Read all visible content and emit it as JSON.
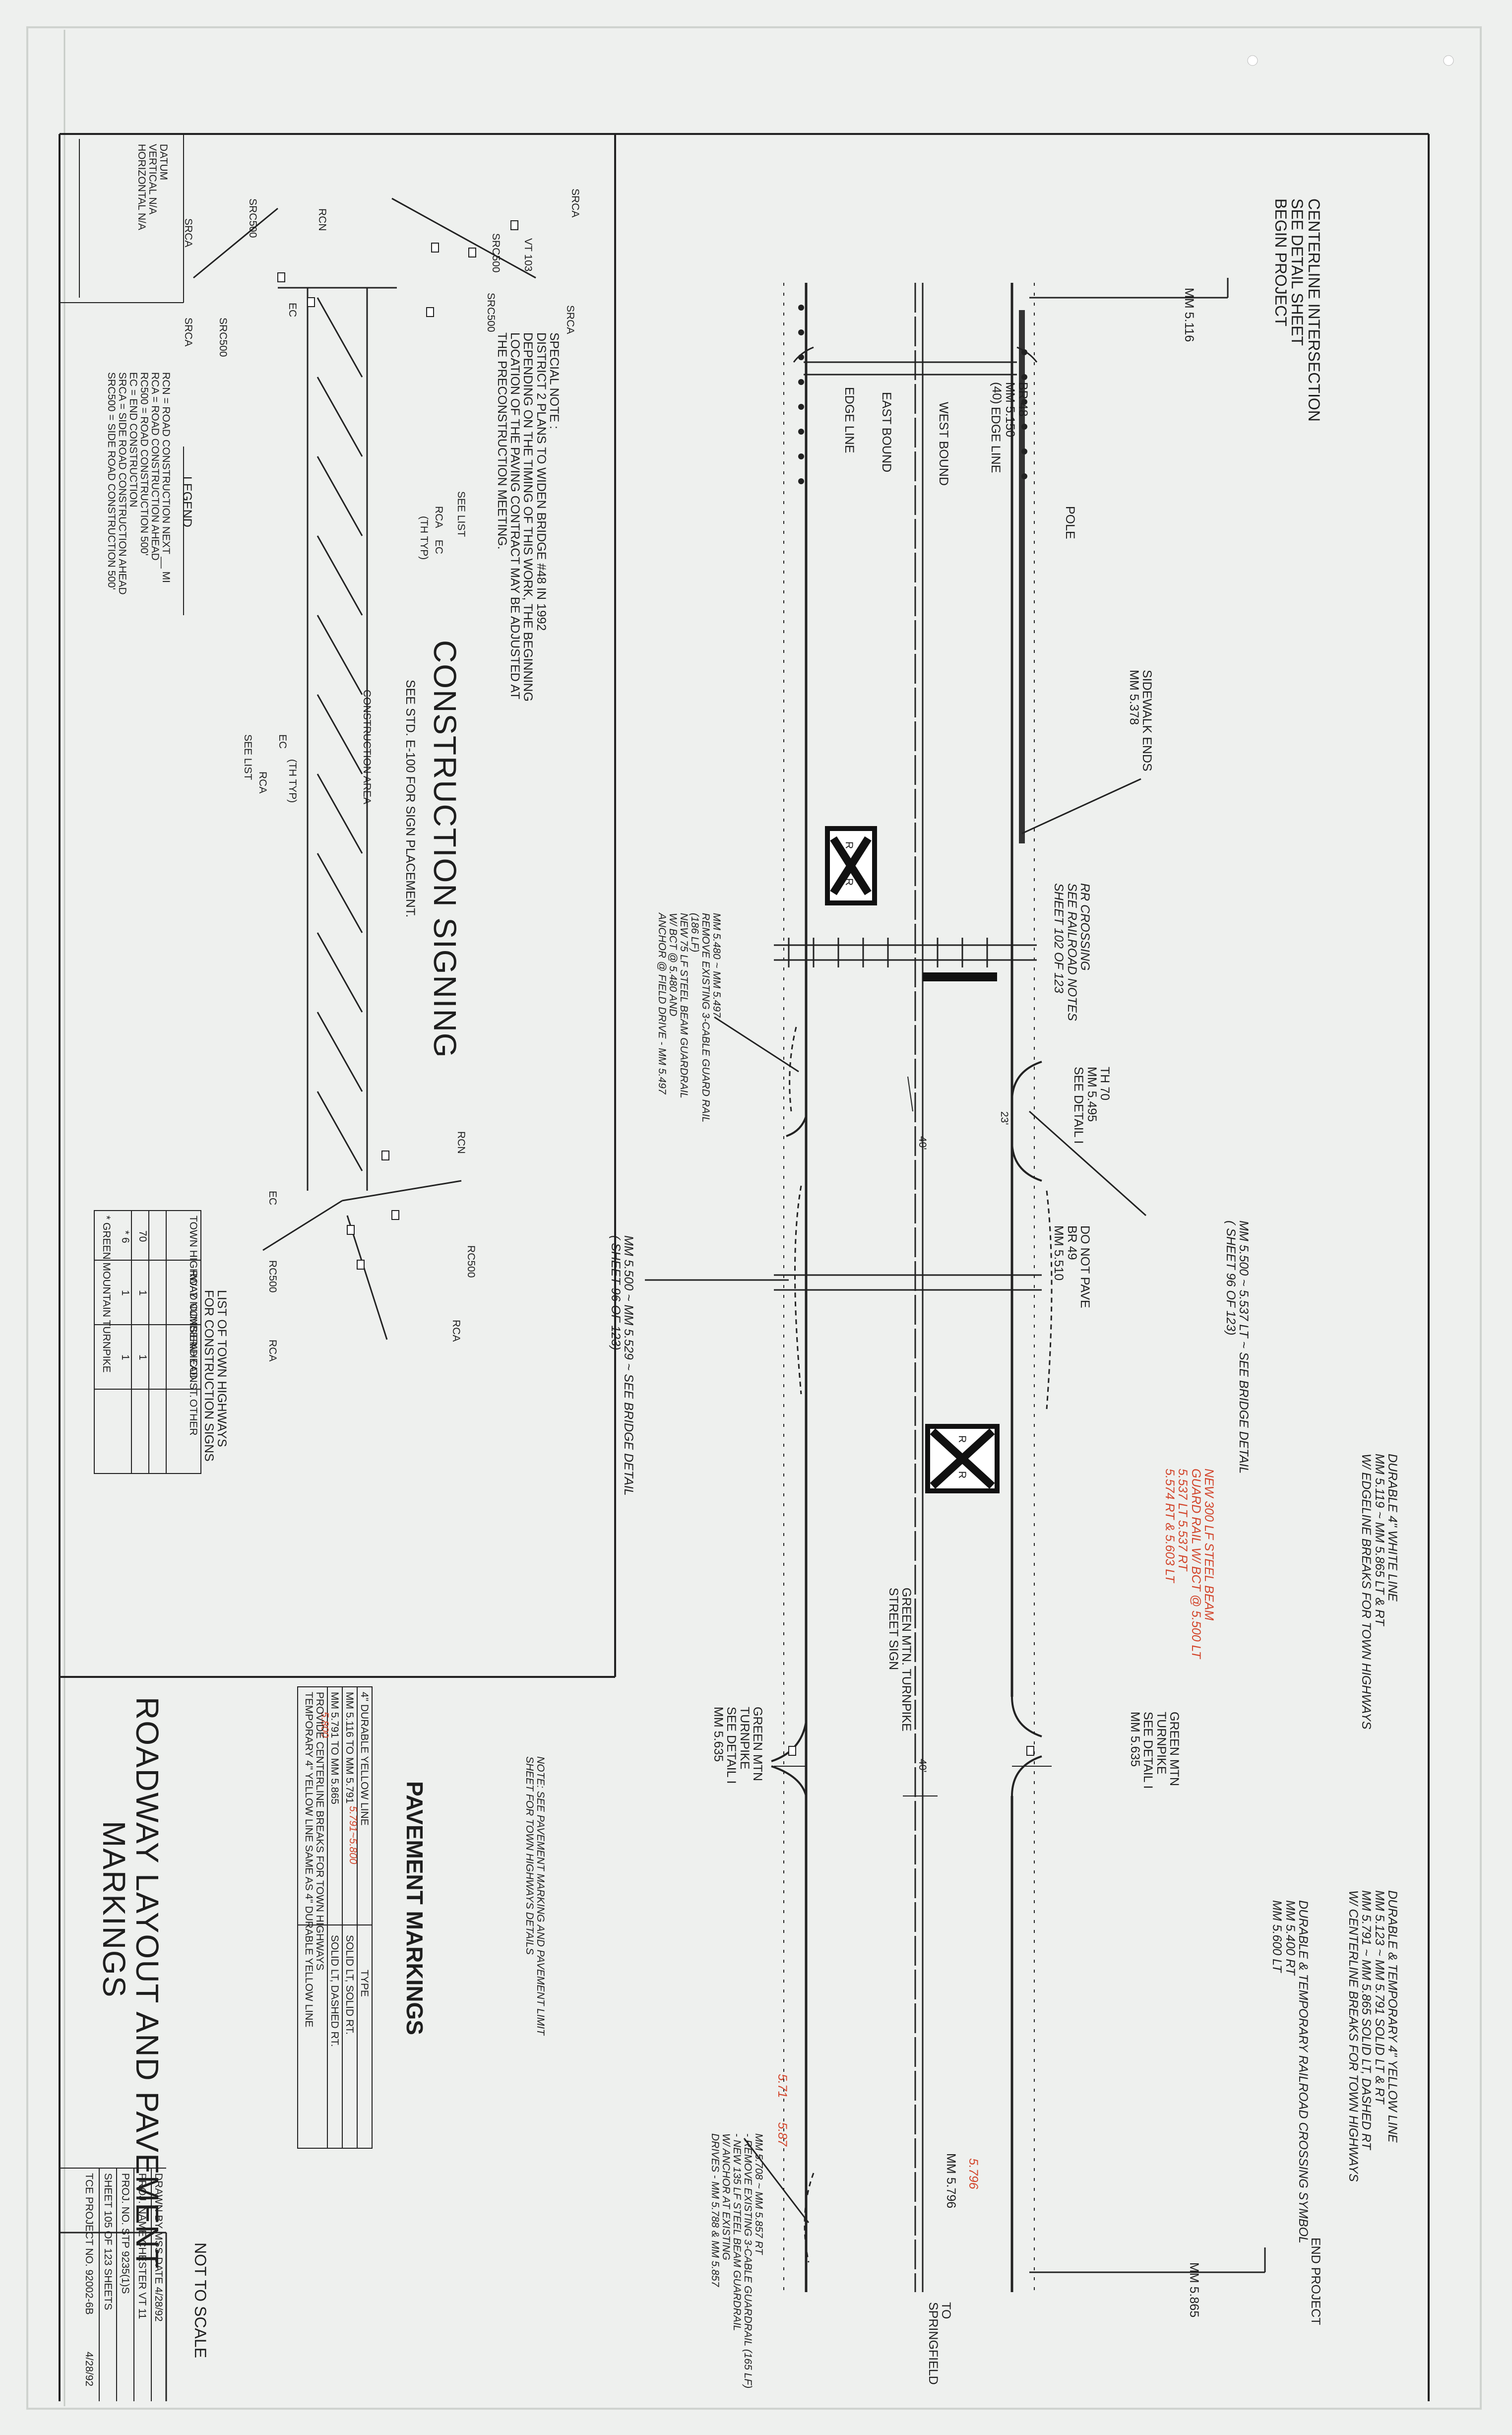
{
  "top_notes": {
    "centerline_intersection": [
      "CENTERLINE INTERSECTION",
      "SEE DETAIL SHEET"
    ],
    "begin_project": "BEGIN PROJECT",
    "mm_start": "MM 5.116",
    "end_project": "END PROJECT",
    "mm_end": "MM 5.865",
    "to_springfield": [
      "TO",
      "SPRINGFIELD"
    ]
  },
  "road": {
    "edge_line_top": "EDGE LINE",
    "west_bound": "WEST BOUND",
    "east_bound": "EAST BOUND",
    "edge_line_bottom": "EDGE LINE",
    "bridge": [
      "BR 48",
      "MM 5.150",
      "(40)"
    ],
    "pole": "POLE",
    "sidewalk_ends": [
      "SIDEWALK ENDS",
      "MM 5.378"
    ],
    "rr_crossing": [
      "RR CROSSING",
      "SEE RAILROAD NOTES",
      "SHEET 102 OF 123"
    ],
    "th70": [
      "TH 70",
      "MM 5.495",
      "SEE DETAIL I"
    ],
    "dim_23": "23'",
    "dim_40_a": "40'",
    "dim_40_b": "40'",
    "do_not_pave": [
      "DO NOT PAVE",
      "BR 49",
      "MM 5.510"
    ],
    "bridge_detail": [
      "MM 5.500 ~ 5.537 LT ~ SEE BRIDGE DETAIL",
      "( SHEET 96 OF 123)"
    ],
    "guardrail_notes": [
      "MM 5.480 ~ MM 5.497",
      "REMOVE EXISTING 3-CABLE GUARD RAIL",
      "(186 LF)",
      "NEW 75 LF STEEL BEAM GUARDRAIL",
      "W/ BCT @ 5.480 AND",
      "ANCHOR @ FIELD DRIVE - MM 5.497"
    ],
    "bridge_lower": [
      "MM 5.500 ~ MM 5.529 ~ SEE BRIDGE DETAIL",
      "( SHEET 96 OF 123)"
    ],
    "green_mtn_left": [
      "GREEN MTN",
      "TURNPIKE",
      "SEE DETAIL I",
      "MM 5.635"
    ],
    "green_mtn_right": [
      "GREEN MTN",
      "TURNPIKE",
      "SEE DETAIL I",
      "MM 5.635"
    ],
    "street_sign": [
      "GREEN MTN. TURNPIKE",
      "STREET SIGN"
    ],
    "rr_letter": "R",
    "mm_5796": "MM 5.796",
    "lower_guardrail": [
      "MM 5.708 ~ MM 5.857 RT",
      "- REMOVE EXISTING 3-CABLE GUARDRAIL (165 LF)",
      "- NEW 135 LF STEEL BEAM GUARDRAIL",
      "W/ ANCHOR AT EXISTING",
      "DRIVES - MM 5.788 & MM 5.857"
    ],
    "note": [
      "NOTE: SEE PAVEMENT MARKING AND PAVEMENT LIMIT",
      "SHEET FOR TOWN HIGHWAYS DETAILS"
    ]
  },
  "red_annotations": {
    "guard_rail_new": [
      "NEW 300 LF STEEL BEAM",
      "GUARD RAIL W/ BCT @ 5.500 LT",
      "5.537 LT 5.537 RT",
      "5.574 RT & 5.603 LT"
    ],
    "mm_lower": [
      "5.71",
      "5.87"
    ],
    "mm_5796": "5.796",
    "mm_range": "5.791~5.800"
  },
  "pavement_notes": {
    "white_line": [
      "DURABLE 4\" WHITE LINE",
      "MM 5.119 ~ MM 5.865 LT & RT",
      "W/ EDGELINE BREAKS FOR TOWN HIGHWAYS"
    ],
    "yellow_line": [
      "DURABLE & TEMPORARY 4\" YELLOW LINE",
      "MM 5.123 ~ MM 5.791 SOLID LT & RT",
      "MM 5.791 ~ MM 5.865 SOLID LT, DASHED RT",
      "W/ CENTERLINE BREAKS FOR TOWN HIGHWAYS"
    ],
    "rr_symbol": [
      "DURABLE & TEMPORARY RAILROAD CROSSING SYMBOL",
      "MM 5.400 RT",
      "MM 5.600 LT"
    ]
  },
  "special_note": [
    "SPECIAL NOTE :",
    "DISTRICT 2 PLANS TO WIDEN BRIDGE #48 IN 1992",
    "DEPENDING ON THE TIMING OF THIS WORK, THE BEGINNING",
    "LOCATION OF THE PAVING CONTRACT MAY BE ADJUSTED AT",
    "THE PRECONSTRUCTION MEETING."
  ],
  "datum": [
    "DATUM",
    "VERTICAL   N/A",
    "HORIZONTAL   N/A"
  ],
  "legend": {
    "title": "LEGEND",
    "items": [
      "RCN = ROAD CONSTRUCTION NEXT __ MI",
      "RCA = ROAD CONSTRUCTION AHEAD",
      "RC500 = ROAD CONSTRUCTION 500'",
      "EC = END CONSTRUCTION",
      "SRCA = SIDE ROAD CONSTRUCTION AHEAD",
      "SRC500 = SIDE ROAD CONSTRUCTION 500'"
    ]
  },
  "sign_labels": {
    "srca": "SRCA",
    "src500": "SRC500",
    "rcn": "RCN",
    "rca": "RCA",
    "ec": "EC",
    "rc500": "RC500",
    "vt103": "VT 103",
    "th_typ": "(TH TYP)",
    "see_list": "SEE LIST",
    "construction_area": "CONSTRUCTION AREA"
  },
  "construction_signing": {
    "title": "CONSTRUCTION SIGNING",
    "sub": "SEE STD. E-100 FOR SIGN PLACEMENT."
  },
  "town_highways": {
    "title": [
      "LIST OF TOWN HIGHWAYS",
      "FOR CONSTRUCTION SIGNS"
    ],
    "headers": [
      "TOWN HIGHWAY NUMBER",
      "ROAD CONST. AHEAD",
      "END CONST.",
      "OTHER"
    ],
    "rows": [
      [
        "70",
        "1",
        "1",
        ""
      ],
      [
        "* 6",
        "1",
        "1",
        ""
      ]
    ],
    "footnote": "* GREEN MOUNTAIN TURNPIKE"
  },
  "pavement_markings": {
    "title": "PAVEMENT MARKINGS",
    "headers": [
      "4\" DURABLE YELLOW LINE",
      "TYPE"
    ],
    "rows": [
      [
        "MM 5.116 TO MM 5.791",
        "SOLID LT, SOLID RT."
      ],
      [
        "MM 5.791 TO MM 5.865",
        "SOLID LT, DASHED RT."
      ]
    ],
    "red": [
      "5.791~5.800",
      "5.800"
    ],
    "note": [
      "PROVIDE CENTERLINE BREAKS FOR TOWN HIGHWAYS",
      "TEMPORARY 4\" YELLOW LINE SAME AS 4\" DURABLE YELLOW LINE"
    ]
  },
  "title_block": {
    "title": [
      "ROADWAY LAYOUT AND PAVEMENT",
      "MARKINGS"
    ],
    "not_to_scale": "NOT TO SCALE",
    "drawn_by": "DRAWN BY MSS   DATE 4/28/92",
    "proj_name": "PROJ. NAME CHESTER VT 11",
    "proj_no": "PROJ. NO. STP 9235(1)S",
    "sheet": "SHEET 105 OF 123 SHEETS",
    "tce": "TCE PROJECT NO. 92002-6B",
    "date": "4/28/92"
  }
}
